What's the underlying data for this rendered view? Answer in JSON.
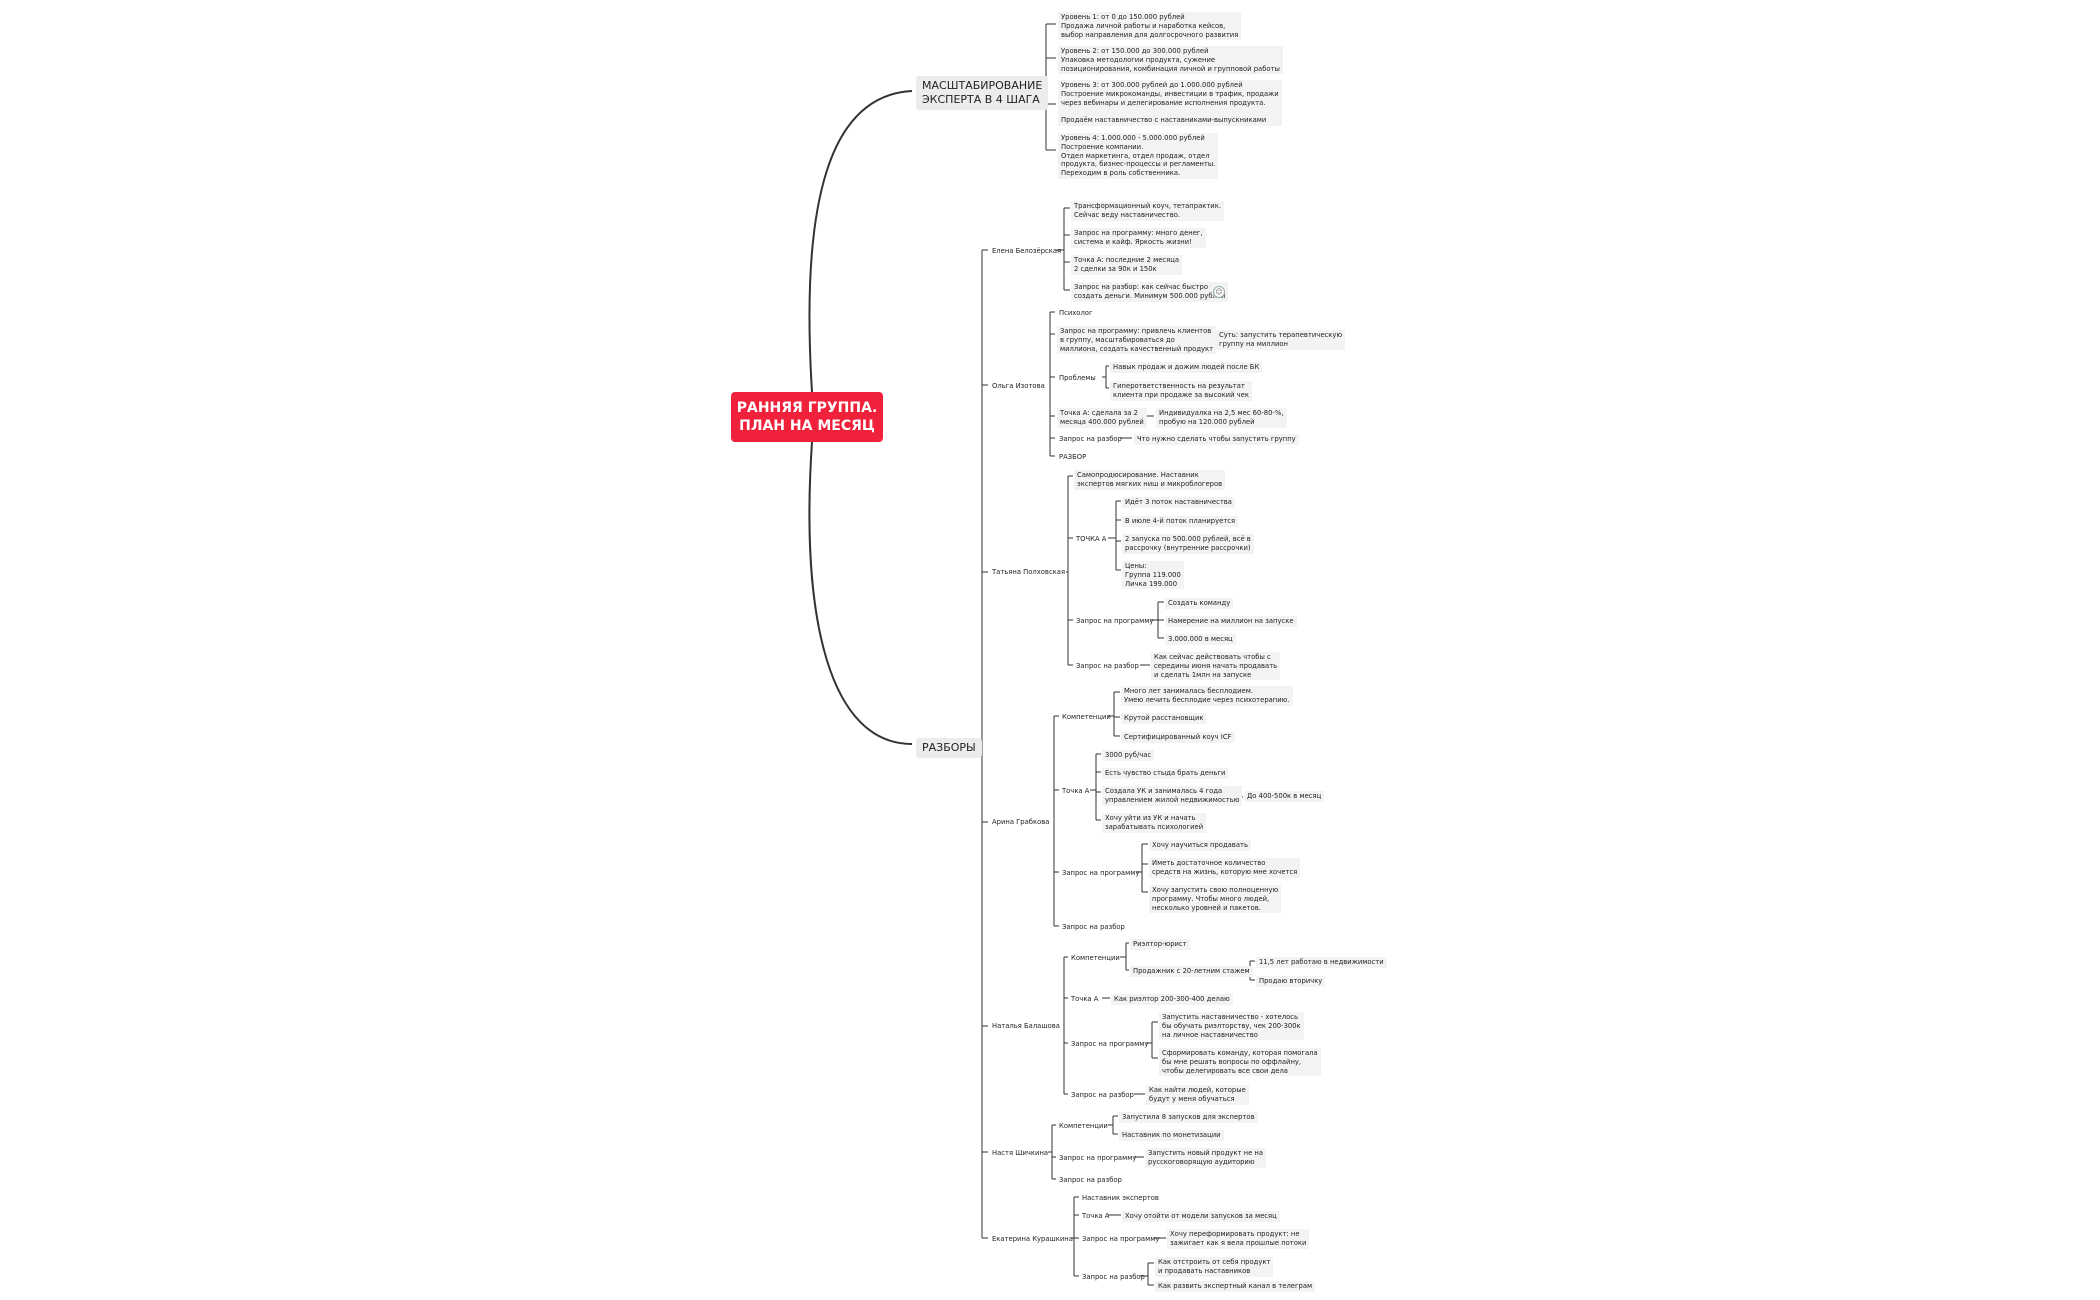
{
  "root": {
    "title": "РАННЯЯ ГРУППА.\nПЛАН НА МЕСЯЦ"
  },
  "branches": {
    "scaling": "МАСШТАБИРОВАНИЕ\nЭКСПЕРТА В 4 ШАГА",
    "reviews": "РАЗБОРЫ"
  },
  "scaling_levels": [
    "Уровень 1: от 0 до 150.000 рублей\nПродажа личной работы и наработка кейсов,\nвыбор направления для долгосрочного развития",
    "Уровень 2: от 150.000 до 300.000 рублей\nУпаковка методологии продукта, сужение\nпозиционирования, комбинация личной и групповой работы",
    "Уровень 3: от 300.000 рублей до 1.000.000 рублей\nПостроение микрокоманды, инвестиции в трафик, продажи\nчерез вебинары и делегирование исполнения продукта.\n\nПродаём наставничество с наставниками-выпускниками",
    "Уровень 4: 1.000.000 - 5.000.000 рублей\nПостроение компании.\nОтдел маркетинга, отдел продаж, отдел\nпродукта, бизнес-процессы и регламенты.\nПереходим в роль собственника."
  ],
  "people": {
    "elena": {
      "name": "Елена Белозёрская",
      "items": [
        "Трансформационный коуч, тетапрактик.\nСейчас веду наставничество.",
        "Запрос на программу: много денег,\nсистема и кайф. Яркость жизни!",
        "Точка А: последние 2 месяца\n2 сделки за 90к и 150к",
        "Запрос на разбор: как сейчас быстро\nсоздать деньги. Минимум 500.000 рублей"
      ]
    },
    "olga": {
      "name": "Ольга Изотова",
      "psych": "Психолог",
      "request": "Запрос на программу: привлечь клиентов\nв группу, масштабироваться до\nмиллиона, создать качественный продукт",
      "request_sub": "Суть: запустить терапевтическую\nгруппу на миллион",
      "problems": "Проблемы",
      "problems_sub": [
        "Навык продаж и дожим людей после БК",
        "Гиперответственность на результат\nклиента при продаже за высокий чек"
      ],
      "point_a": "Точка А: сделала за 2\nмесяца 400.000 рублей",
      "point_a_sub": "Индивидуалка на 2,5 мес 60-80-%,\nпробую на 120.000 рублей",
      "review": "Запрос на разбор",
      "review_sub": "Что нужно сделать чтобы запустить группу",
      "razbor": "РАЗБОР"
    },
    "tatiana": {
      "name": "Татьяна Полховская",
      "self": "Самопродюсирование. Наставник\nэкспертов мягких ниш и микроблогеров",
      "point_a": "ТОЧКА А",
      "point_a_sub": [
        "Идёт 3 поток наставничества",
        "В июле 4-й поток планируется",
        "2 запуска по 500.000 рублей, всё в\nрассрочку (внутренние рассрочки)",
        "Цены:\nГруппа 119.000\nЛичка 199.000"
      ],
      "request": "Запрос на программу",
      "request_sub": [
        "Создать команду",
        "Намерение на миллион на запуске",
        "3.000.000 в месяц"
      ],
      "review": "Запрос на разбор",
      "review_sub": "Как сейчас действовать чтобы с\nсередины июня начать продавать\nи сделать 1млн на запуске"
    },
    "arina": {
      "name": "Арина Грабкова",
      "comp": "Компетенции",
      "comp_sub": [
        "Много лет занималась бесплодием.\nУмею лечить бесплодие через психотерапию.",
        "Крутой расстановщик",
        "Сертифицированный коуч ICF"
      ],
      "point_a": "Точка А",
      "point_a_sub": [
        "3000 руб/час",
        "Есть чувство стыда брать деньги",
        "Создала УК и занималась 4 года\nуправлением жилой недвижимостью",
        "Хочу уйти из УК и начать\nзарабатывать психологией"
      ],
      "point_a_extra": "До 400-500к в месяц",
      "request": "Запрос на программу",
      "request_sub": [
        "Хочу научиться продавать",
        "Иметь достаточное количество\nсредств на жизнь, которую мне хочется",
        "Хочу запустить свою полноценную\nпрограмму. Чтобы много людей,\nнесколько уровней и пакетов."
      ],
      "review": "Запрос на разбор"
    },
    "natalia": {
      "name": "Наталья Балашова",
      "comp": "Компетенции",
      "comp_sub": [
        "Риэлтор-юрист",
        "Продажник с 20-летним стажем"
      ],
      "comp_sub2": [
        "11,5 лет работаю в недвижимости",
        "Продаю вторичку"
      ],
      "point_a": "Точка А",
      "point_a_sub": "Как риэлтор 200-300-400 делаю",
      "request": "Запрос на программу",
      "request_sub": [
        "Запустить наставничество - хотелось\nбы обучать риэлторству, чек 200-300к\nна личное наставничество",
        "Сформировать команду, которая помогала\nбы мне решать вопросы по оффлайну,\nчтобы делегировать все свои дела"
      ],
      "review": "Запрос на разбор",
      "review_sub": "Как найти людей, которые\nбудут у меня обучаться"
    },
    "nastya": {
      "name": "Настя Шичкина",
      "comp": "Компетенции",
      "comp_sub": [
        "Запустила 8 запусков для экспертов",
        "Наставник по монетизации"
      ],
      "request": "Запрос на программу",
      "request_sub": "Запустить новый продукт не на\nрусскоговорящую аудиторию",
      "review": "Запрос на разбор"
    },
    "ekaterina": {
      "name": "Екатерина Курашкина",
      "mentor": "Наставник экспертов",
      "point_a": "Точка А",
      "point_a_sub": "Хочу отойти от модели запусков за месяц",
      "request": "Запрос на программу",
      "request_sub": "Хочу переформировать продукт: не\nзажигает как я вела прошлые потоки",
      "review": "Запрос на разбор",
      "review_sub": [
        "Как отстроить от себя продукт\nи продавать наставников",
        "Как развить экспертный канал в телеграм"
      ]
    }
  }
}
